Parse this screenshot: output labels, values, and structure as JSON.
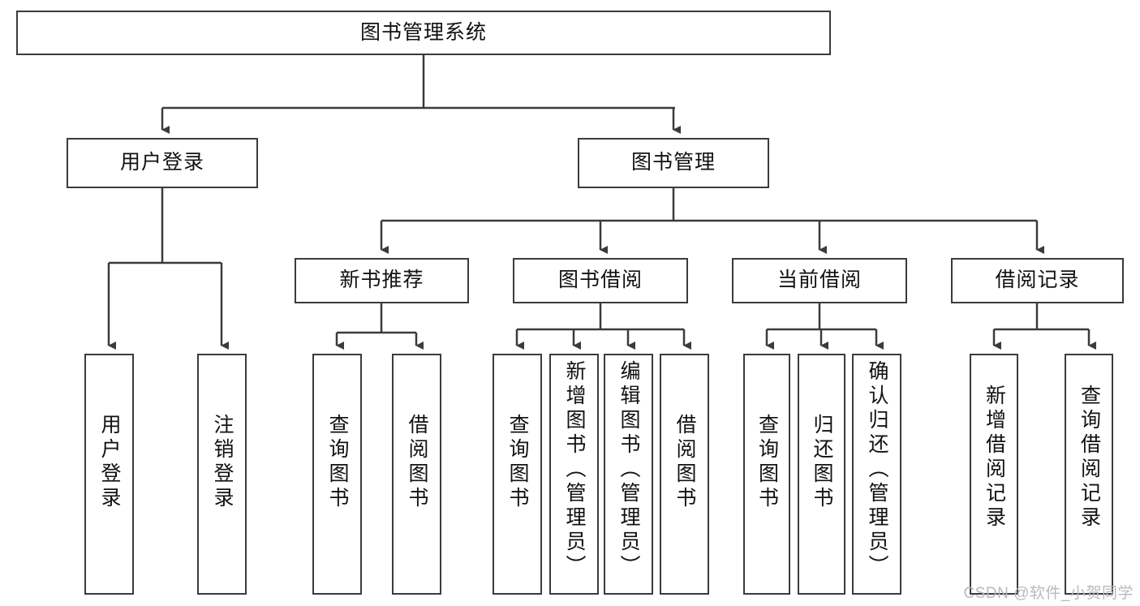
{
  "diagram": {
    "title": "图书管理系统",
    "watermark": "CSDN @软件_小贺同学",
    "stroke_color": "#3b3b3b",
    "text_color": "#111111",
    "background": "#ffffff",
    "type": "tree-hierarchy-chart",
    "nodes": {
      "root": {
        "label": "图书管理系统"
      },
      "level2": [
        {
          "id": "user-login",
          "label": "用户登录"
        },
        {
          "id": "book-manage",
          "label": "图书管理"
        }
      ],
      "level3": [
        {
          "id": "new-book-recommend",
          "label": "新书推荐",
          "parent": "book-manage"
        },
        {
          "id": "book-borrow",
          "label": "图书借阅",
          "parent": "book-manage"
        },
        {
          "id": "current-borrow",
          "label": "当前借阅",
          "parent": "book-manage"
        },
        {
          "id": "borrow-record",
          "label": "借阅记录",
          "parent": "book-manage"
        }
      ],
      "leaves": {
        "user-login": [
          {
            "id": "leaf-user-login",
            "label": "用户登录"
          },
          {
            "id": "leaf-user-logout",
            "label": "注销登录"
          }
        ],
        "new-book-recommend": [
          {
            "id": "leaf-query-book-1",
            "label": "查询图书"
          },
          {
            "id": "leaf-borrow-book-1",
            "label": "借阅图书"
          }
        ],
        "book-borrow": [
          {
            "id": "leaf-query-book-2",
            "label": "查询图书"
          },
          {
            "id": "leaf-add-book",
            "label": "新增图书（管理员）"
          },
          {
            "id": "leaf-edit-book",
            "label": "编辑图书（管理员）"
          },
          {
            "id": "leaf-borrow-book-2",
            "label": "借阅图书"
          }
        ],
        "current-borrow": [
          {
            "id": "leaf-query-book-3",
            "label": "查询图书"
          },
          {
            "id": "leaf-return-book",
            "label": "归还图书"
          },
          {
            "id": "leaf-confirm-return",
            "label": "确认归还（管理员）"
          }
        ],
        "borrow-record": [
          {
            "id": "leaf-add-record",
            "label": "新增借阅记录"
          },
          {
            "id": "leaf-query-record",
            "label": "查询借阅记录"
          }
        ]
      }
    }
  }
}
